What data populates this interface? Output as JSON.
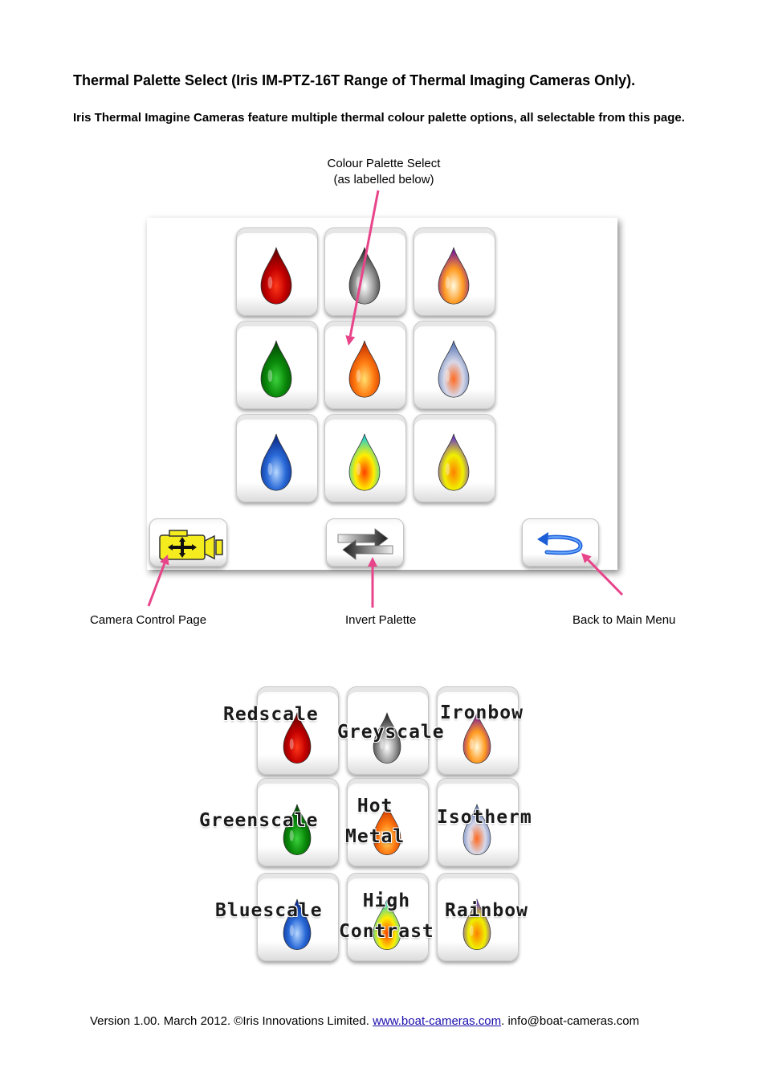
{
  "document": {
    "title": "Thermal Palette Select (Iris IM-PTZ-16T Range of Thermal Imaging Cameras Only).",
    "intro": "Iris Thermal Imagine Cameras feature multiple thermal colour palette options, all selectable from this page."
  },
  "annotations": {
    "palette_select_line1": "Colour Palette Select",
    "palette_select_line2": "(as labelled below)",
    "camera_control": "Camera Control Page",
    "invert_palette": "Invert Palette",
    "back_main_menu": "Back to Main Menu"
  },
  "palettes": [
    {
      "name": "Redscale",
      "label_line1": "Redscale",
      "label_line2": "",
      "icon": "red-drop-icon",
      "colors": [
        "#ff3a1a",
        "#c40000",
        "#6a0000"
      ]
    },
    {
      "name": "Greyscale",
      "label_line1": "Greyscale",
      "label_line2": "",
      "icon": "grey-drop-icon",
      "colors": [
        "#ffffff",
        "#9a9a9a",
        "#2a2a2a"
      ]
    },
    {
      "name": "Ironbow",
      "label_line1": "Ironbow",
      "label_line2": "",
      "icon": "ironbow-drop-icon",
      "colors": [
        "#fffbe0",
        "#ff9a20",
        "#7a1a9a"
      ]
    },
    {
      "name": "Greenscale",
      "label_line1": "Greenscale",
      "label_line2": "",
      "icon": "green-drop-icon",
      "colors": [
        "#3cd23c",
        "#0a8a0a",
        "#034a03"
      ]
    },
    {
      "name": "Hot Metal",
      "label_line1": "Hot",
      "label_line2": "Metal",
      "icon": "hotmetal-drop-icon",
      "colors": [
        "#ffe070",
        "#ff7a10",
        "#c83000"
      ]
    },
    {
      "name": "Isotherm",
      "label_line1": "Isotherm",
      "label_line2": "",
      "icon": "isotherm-drop-icon",
      "colors": [
        "#ff6a20",
        "#d8d8e8",
        "#5a7ab8"
      ]
    },
    {
      "name": "Bluescale",
      "label_line1": "Bluescale",
      "label_line2": "",
      "icon": "blue-drop-icon",
      "colors": [
        "#b8d8ff",
        "#2a6ad8",
        "#0a2a8a"
      ]
    },
    {
      "name": "High Contrast",
      "label_line1": "High",
      "label_line2": "Contrast",
      "icon": "highcontrast-drop-icon",
      "colors": [
        "#ff4000",
        "#ffee00",
        "#20d0d0"
      ]
    },
    {
      "name": "Rainbow",
      "label_line1": "Rainbow",
      "label_line2": "",
      "icon": "rainbow-drop-icon",
      "colors": [
        "#ff8000",
        "#f0f000",
        "#6a3ac8"
      ]
    }
  ],
  "buttons": {
    "camera_control_icon": "camera-control-icon",
    "invert_icon": "invert-arrows-icon",
    "back_icon": "back-arrow-icon"
  },
  "colors": {
    "annotation_arrow": "#e8448a",
    "camera_button_fill": "#f4ec1e"
  },
  "footer": {
    "text_before": "Version 1.00. March 2012. ©Iris Innovations Limited. ",
    "link": "www.boat-cameras.com",
    "text_after": ". info@boat-cameras.com"
  }
}
